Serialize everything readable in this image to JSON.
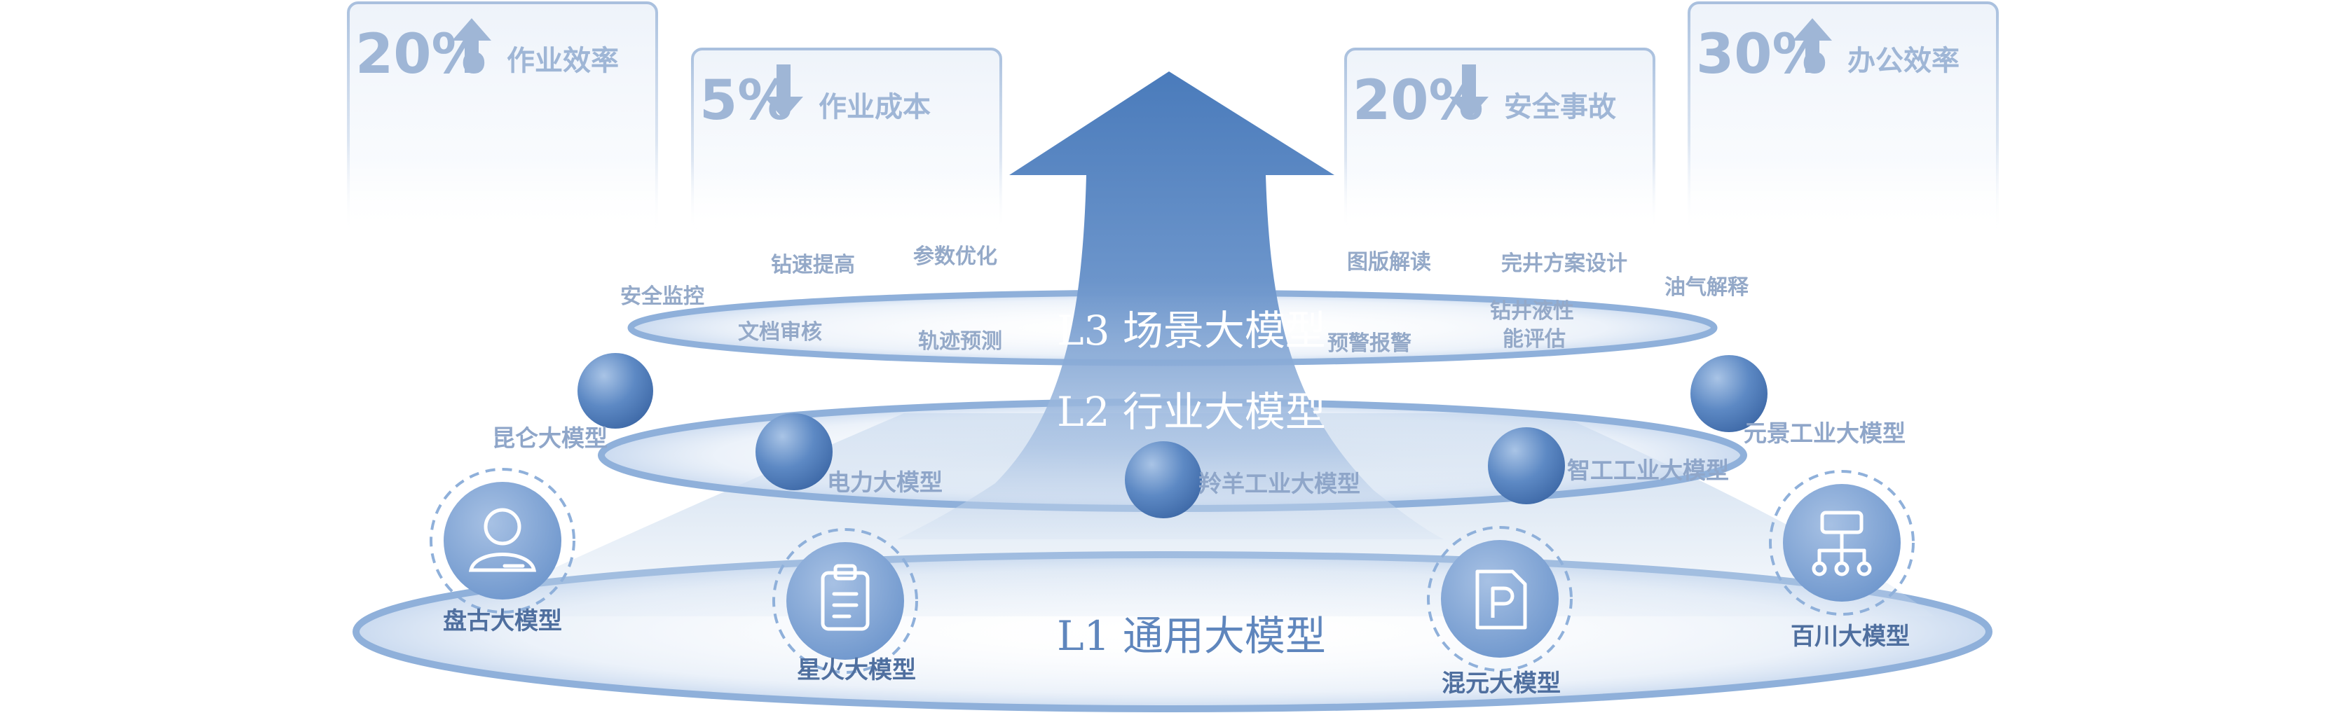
{
  "chart_data": {
    "type": "diagram",
    "kpis": [
      {
        "value": "20%",
        "direction": "up",
        "label": "作业效率"
      },
      {
        "value": "5%",
        "direction": "down",
        "label": "作业成本"
      },
      {
        "value": "20%",
        "direction": "down",
        "label": "安全事故"
      },
      {
        "value": "30%",
        "direction": "up",
        "label": "办公效率"
      }
    ],
    "tiers": [
      {
        "label": "L3 场景大模型"
      },
      {
        "label": "L2 行业大模型"
      },
      {
        "label": "L1 通用大模型"
      }
    ],
    "l3_tags_left": [
      "安全监控",
      "钻速提高",
      "参数优化",
      "文档审核",
      "轨迹预测"
    ],
    "l3_tags_right": [
      "图版解读",
      "完井方案设计",
      "油气解释",
      "钻井液性",
      "能评估",
      "预警报警"
    ],
    "l2_models": [
      "昆仑大模型",
      "电力大模型",
      "羚羊工业大模型",
      "智工工业大模型",
      "元景工业大模型"
    ],
    "l1_models": [
      "盘古大模型",
      "星火大模型",
      "混元大模型",
      "百川大模型"
    ],
    "colors": {
      "arrow": "#4e7fbd",
      "ring": "#8fb0da",
      "ellipse_fill": "#e4edf8",
      "kpi_text": "#9fb6d6"
    }
  }
}
